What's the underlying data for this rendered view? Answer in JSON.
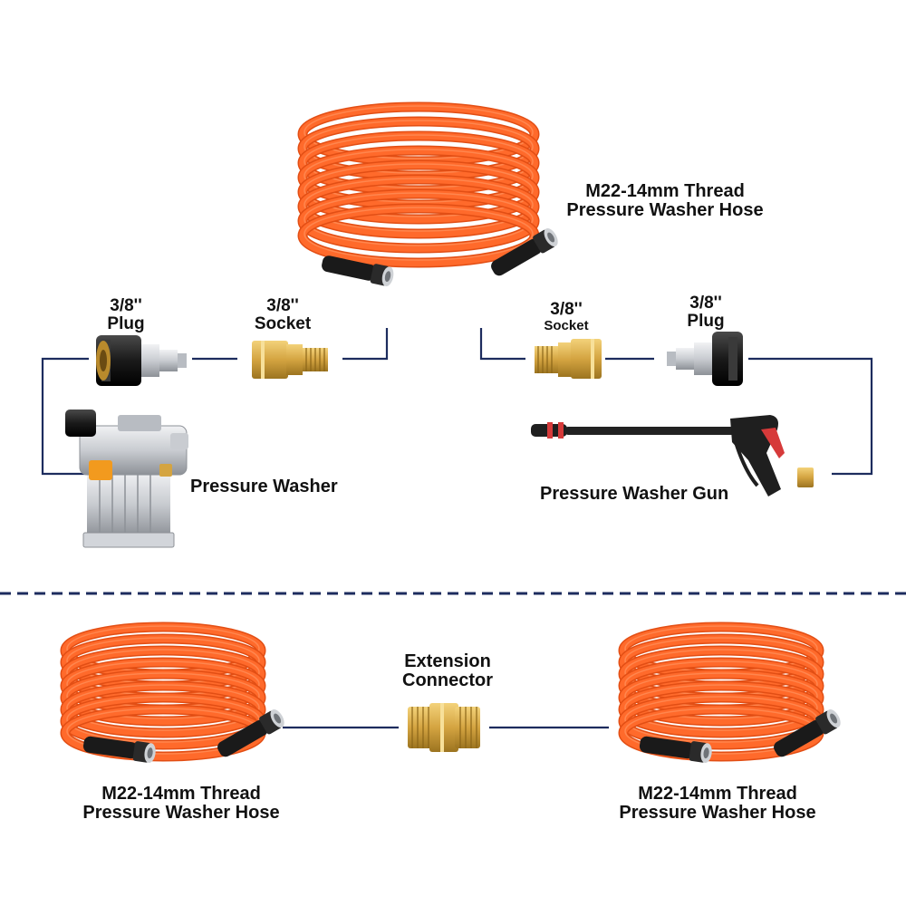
{
  "colors": {
    "hose": "#ff6a2b",
    "hose_dark": "#e24e14",
    "hose_light": "#ff9a66",
    "line": "#1d2c5e",
    "brass": "#d4a441",
    "brass_dark": "#9c7420",
    "rubber": "#1a1a1a",
    "steel": "#c9ccd1"
  },
  "top_hose": {
    "line1": "M22-14mm Thread",
    "line2": "Pressure Washer Hose"
  },
  "left_plug": {
    "line1": "3/8''",
    "line2": "Plug"
  },
  "left_socket": {
    "line1": "3/8''",
    "line2": "Socket"
  },
  "right_socket": {
    "line1": "3/8''",
    "line2": "Socket"
  },
  "right_plug": {
    "line1": "3/8''",
    "line2": "Plug"
  },
  "pump": {
    "label": "Pressure Washer"
  },
  "gun": {
    "label": "Pressure Washer Gun"
  },
  "extension": {
    "line1": "Extension",
    "line2": "Connector"
  },
  "bottom_left_hose": {
    "line1": "M22-14mm Thread",
    "line2": "Pressure Washer Hose"
  },
  "bottom_right_hose": {
    "line1": "M22-14mm Thread",
    "line2": "Pressure Washer Hose"
  }
}
